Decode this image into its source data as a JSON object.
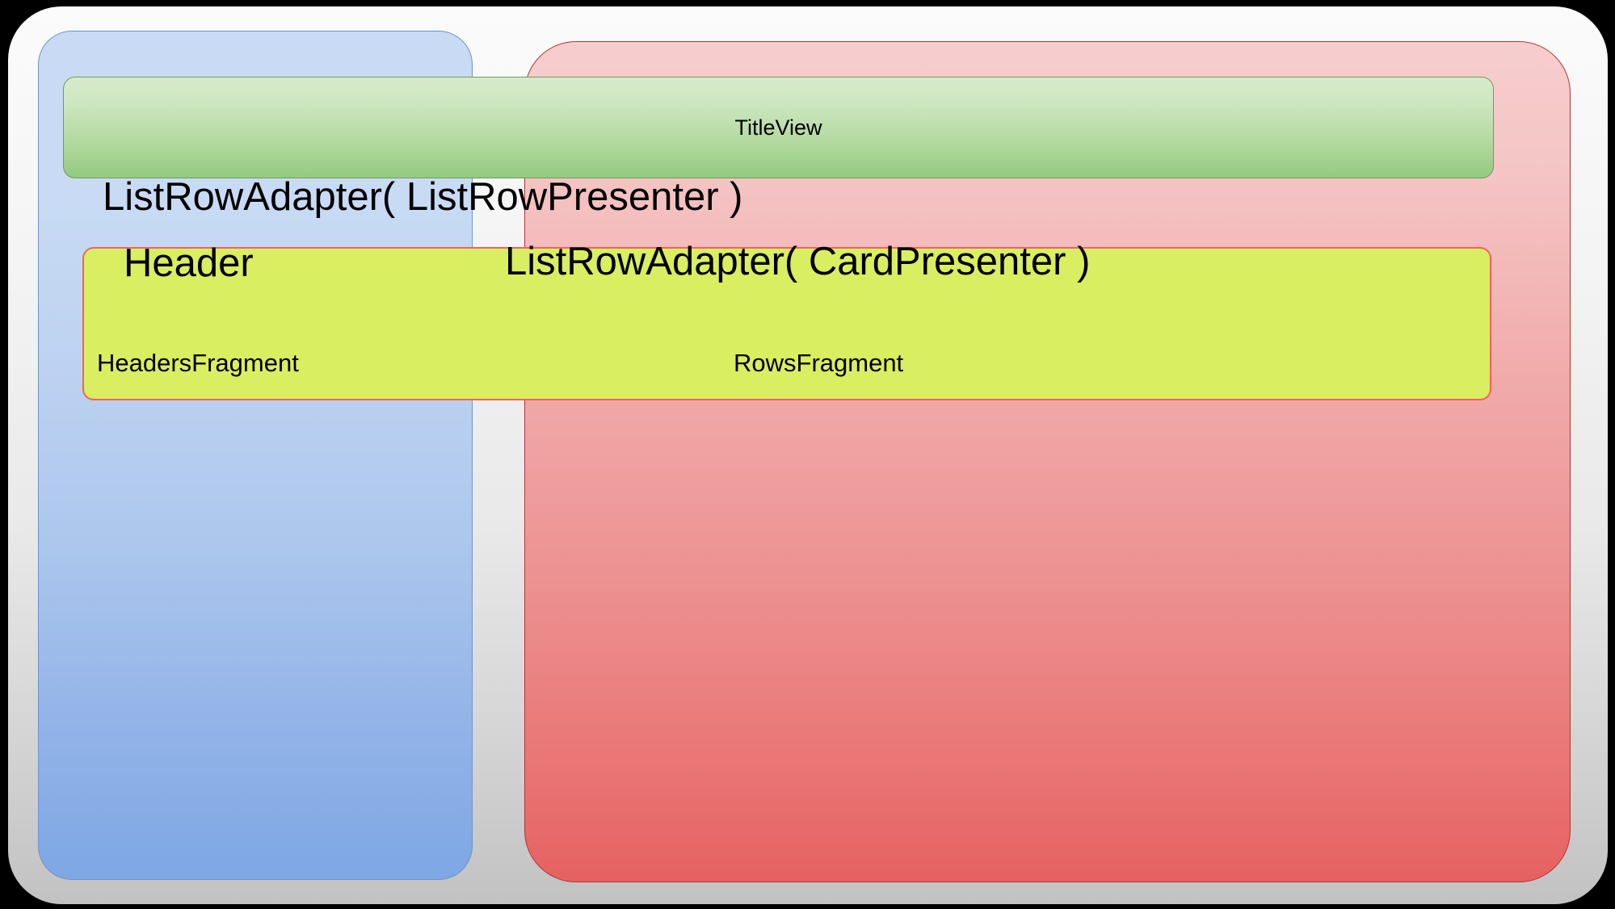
{
  "diagram": {
    "title": "Android Leanback BrowseFragment layout structure",
    "background_color": "#000000",
    "shell": {
      "name": "outer-shell",
      "fill": "#f2f2f2"
    },
    "panels": [
      {
        "id": "headers-fragment",
        "label": "HeadersFragment",
        "fill_top": "#c8daf4",
        "fill_bottom": "#7ea7e4",
        "border": "#6f94c8"
      },
      {
        "id": "rows-fragment",
        "label": "RowsFragment",
        "fill_top": "#f6cdcd",
        "fill_bottom": "#e66161",
        "border": "#b03535"
      }
    ],
    "title_view": {
      "label": "TitleView",
      "fill_top": "#d7ebcb",
      "fill_bottom": "#95c97f",
      "border": "#6f9e58"
    },
    "row_box": {
      "fill": "#d9ee60",
      "border": "#f4615f"
    },
    "labels": {
      "list_row_adapter_list_row_presenter": "ListRowAdapter( ListRowPresenter )",
      "header": "Header",
      "list_row_adapter_card_presenter": "ListRowAdapter( CardPresenter )",
      "headers_fragment": "HeadersFragment",
      "rows_fragment": "RowsFragment",
      "title_view": "TitleView"
    }
  }
}
